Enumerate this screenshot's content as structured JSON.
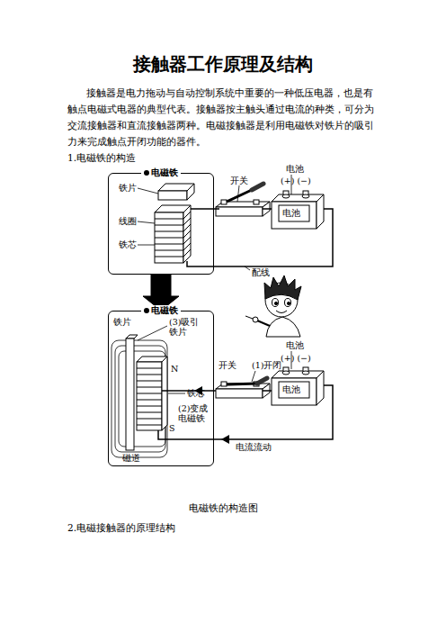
{
  "diagram": {
    "title": "接触器工作原理及结构",
    "caption": "电磁铁的构造图",
    "nodes": [
      {
        "text": [
          "电磁铁"
        ]
      },
      {
        "text": [
          "电磁铁"
        ]
      }
    ],
    "edges": [
      {
        "from": 0,
        "to": 1,
        "arrow": "to"
      }
    ],
    "labels": [
      "接触器是电力拖动与自动控制系统中重要的一种低压电器，也是有触点电磁式电器的典型代表。接触器按主触头通过电流的种类，可分为交流接触器和直流接触器两种。电磁接触器是利用电磁铁对铁片的吸引力来完成触点开闭功能的器件。",
      "1.电磁铁的构造",
      "铁片",
      "线圈",
      "铁芯",
      "开关",
      "电池",
      "(+) (−)",
      "电池",
      "配线",
      "铁片",
      "(3)吸引 铁片",
      "开关",
      "(1)开闭",
      "电池",
      "(+) (−)",
      "电池",
      "N",
      "铁芯",
      "(2)变成 电磁铁",
      "S",
      "磁道",
      "电流流动",
      "2.电磁接触器的原理结构"
    ]
  }
}
